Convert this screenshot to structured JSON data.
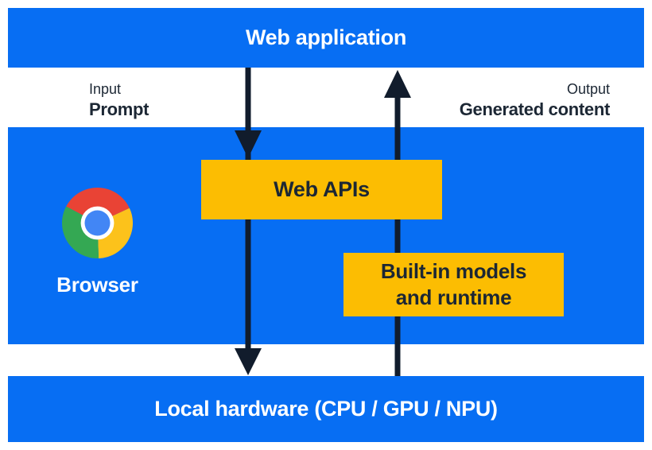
{
  "palette": {
    "blue": "#076ef3",
    "yellow": "#fcbd02",
    "ink": "#1c2734",
    "arrow": "#111c2c",
    "white": "#ffffff",
    "chrome_red": "#e94335",
    "chrome_green": "#34a853",
    "chrome_yellow": "#fcc21b",
    "chrome_blue": "#4286f5"
  },
  "top_bar": {
    "label": "Web application"
  },
  "io": {
    "input_title": "Input",
    "input_value": "Prompt",
    "output_title": "Output",
    "output_value": "Generated content"
  },
  "browser": {
    "label": "Browser",
    "logo_icon": "chrome-logo"
  },
  "boxes": {
    "web_apis": "Web APIs",
    "builtin_line1": "Built-in models",
    "builtin_line2": "and runtime"
  },
  "arrows": {
    "input_flow": "down",
    "output_flow": "up"
  },
  "bottom_bar": {
    "label": "Local hardware (CPU / GPU / NPU)"
  }
}
